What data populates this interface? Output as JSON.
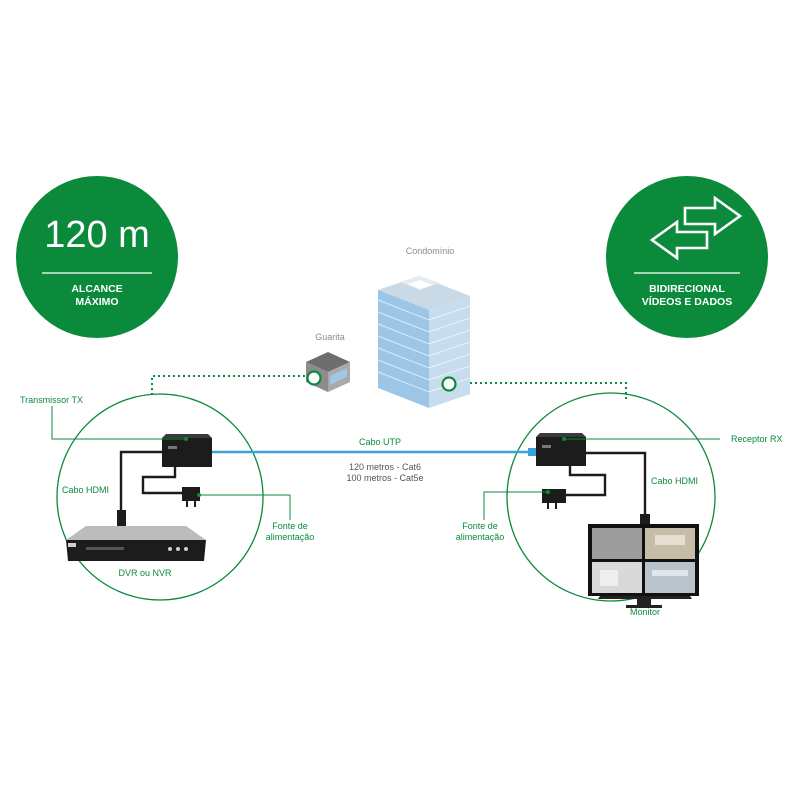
{
  "badges": {
    "range": {
      "value": "120 m",
      "line1": "ALCANCE",
      "line2": "MÁXIMO"
    },
    "bidirectional": {
      "line1": "BIDIRECIONAL",
      "line2": "VÍDEOS E DADOS"
    }
  },
  "places": {
    "building": "Condomínio",
    "guardhouse": "Guarita"
  },
  "tx_side": {
    "transmitter": "Transmissor TX",
    "hdmi_cable": "Cabo HDMI",
    "power_line1": "Fonte de",
    "power_line2": "alimentação",
    "recorder": "DVR ou NVR"
  },
  "rx_side": {
    "receiver": "Receptor RX",
    "hdmi_cable": "Cabo HDMI",
    "power_line1": "Fonte de",
    "power_line2": "alimentação",
    "monitor": "Monitor"
  },
  "cable": {
    "title": "Cabo UTP",
    "spec1": "120 metros - Cat6",
    "spec2": "100 metros - Cat5e"
  },
  "colors": {
    "brand_green": "#0b8a3c",
    "cable_blue": "#3aa3db",
    "device_black": "#1c1c1c"
  }
}
